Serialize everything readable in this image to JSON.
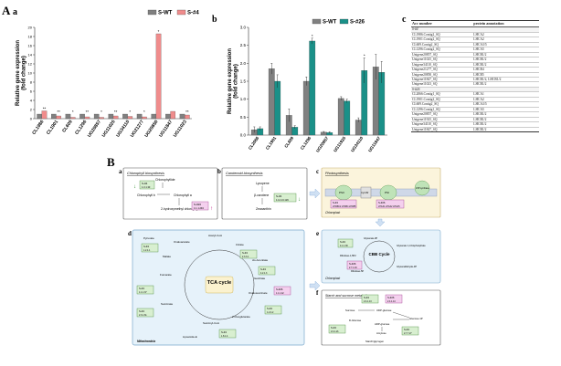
{
  "panels": {
    "A": "A",
    "Aa": "a",
    "Ab": "b",
    "Ac": "c",
    "B": "B",
    "Ba": "a",
    "Bb": "b",
    "Bc": "c",
    "Bd": "d",
    "Be": "e",
    "Bf": "f"
  },
  "chart_data": [
    {
      "type": "bar",
      "ylabel": "Relative gene expression (fold change)",
      "ylim": [
        0,
        20
      ],
      "yticks": [
        0,
        2,
        4,
        6,
        8,
        10,
        12,
        14,
        16,
        18,
        20
      ],
      "categories": [
        "CL1986",
        "CL1901",
        "CL609",
        "CL1296",
        "UG20857",
        "UG11025",
        "UG34110",
        "UG21277",
        "UG20850",
        "UG11847",
        "UG11023"
      ],
      "series": [
        {
          "name": "S-WT",
          "color": "#808080",
          "values": [
            1.0,
            1.0,
            1.0,
            1.0,
            1.0,
            1.0,
            1.0,
            1.0,
            1.0,
            1.0,
            1.0
          ]
        },
        {
          "name": "S-#4",
          "color": "#f08c8c",
          "values": [
            1.7,
            0.6,
            0.3,
            0.4,
            0.3,
            0.6,
            0.5,
            0.4,
            18.6,
            1.6,
            0.8
          ]
        }
      ],
      "significance": [
        "**",
        "**",
        "*",
        "**",
        "*",
        "**",
        "*",
        "*",
        "*",
        "",
        "**"
      ]
    },
    {
      "type": "bar",
      "ylabel": "Relative gene expression (fold change)",
      "ylim": [
        0,
        3
      ],
      "yticks": [
        "0.0",
        "0.5",
        "1.0",
        "1.5",
        "2.0",
        "2.5",
        "3.0"
      ],
      "categories": [
        "CL2066",
        "CL1901",
        "CL609",
        "CL1296",
        "UG20857",
        "UG11925",
        "UG34110",
        "UG11847"
      ],
      "series": [
        {
          "name": "S-WT",
          "color": "#808080",
          "values": [
            0.15,
            1.85,
            0.55,
            1.5,
            0.08,
            1.02,
            0.42,
            1.9
          ]
        },
        {
          "name": "S-#26",
          "color": "#1a9088",
          "values": [
            0.18,
            1.5,
            0.22,
            2.62,
            0.07,
            0.95,
            1.8,
            1.75
          ]
        }
      ],
      "errors_wt": [
        0.08,
        0.15,
        0.18,
        0.12,
        0.02,
        0.05,
        0.06,
        0.35
      ],
      "errors_mut": [
        0.05,
        0.18,
        0.04,
        0.08,
        0.02,
        0.05,
        0.35,
        0.3
      ],
      "significance": [
        "",
        "",
        "",
        "*",
        "",
        "",
        "*",
        ""
      ]
    }
  ],
  "annotation_table": {
    "headers": [
      "Acc number",
      "protein annotation"
    ],
    "groups": [
      {
        "name": "S-#4",
        "rows": [
          [
            "CL1986.Contig2_SQ",
            "LHCA2"
          ],
          [
            "CL1901.Contig2_SQ",
            "LHCA2"
          ],
          [
            "CL609.Contig2_SQ",
            "LHCA3/5"
          ],
          [
            "CL1296.Contig2_SQ",
            "LHCA5"
          ],
          [
            "Unigene20857_SQ",
            "LHCB1/2"
          ],
          [
            "Unigene11025_SQ",
            "LHCB1/2"
          ],
          [
            "Unigene34110_SQ",
            "LHCB1/2"
          ],
          [
            "Unigene21277_SQ",
            "LHCB4"
          ],
          [
            "Unigene20850_SQ",
            "LHCB5"
          ],
          [
            "Unigene11847_SQ",
            "LHCB1/2, LHCB1/2"
          ],
          [
            "Unigene11023_SQ",
            "LHCB1/2"
          ]
        ]
      },
      {
        "name": "S-#26",
        "rows": [
          [
            "CL2066.Contig1_SQ",
            "LHCA1"
          ],
          [
            "CL1901.Contig2_SQ",
            "LHCA2"
          ],
          [
            "CL609.Contig2_SQ",
            "LHCA3/5"
          ],
          [
            "CL1296.Contig1_SQ",
            "LHCA5"
          ],
          [
            "Unigene20857_SQ",
            "LHCB1/2"
          ],
          [
            "Unigene11925_SQ",
            "LHCB1/2"
          ],
          [
            "Unigene34110_SQ",
            "LHCB1/2"
          ],
          [
            "Unigene11847_SQ",
            "LHCB1/2"
          ]
        ]
      }
    ]
  },
  "pathways": {
    "a": {
      "title": "Chlorophyll biosynthesis",
      "nodes": [
        "Chlorophyllide",
        "Chlorophyll b",
        "Chlorophyll a",
        "Chlorophyll b",
        "2-hydroxymethyl chlorophyll"
      ],
      "boxes": [
        {
          "label": "S-#4",
          "sub": "1.3.1.33",
          "color": "#d8efd0"
        },
        {
          "label": "S-#26",
          "sub": "1.1.1.294",
          "color": "#f4d0ee"
        }
      ]
    },
    "b": {
      "title": "Carotenoid biosynthesis",
      "nodes": [
        "Lycopene",
        "β-carotene",
        "Zeaxanthin"
      ],
      "boxes": [
        {
          "label": "S-#4",
          "sub": "1.14.13.129",
          "color": "#d8efd0"
        }
      ]
    },
    "c": {
      "title": "Photosynthesis",
      "stage_label": "Chloroplast",
      "nodes": [
        "PSII",
        "Cyt b6f",
        "PSI",
        "ATP synthase"
      ],
      "boxes": [
        {
          "label": "S-#4",
          "sub": "LHCB1/2 LHCB4 LHCB5",
          "color": "#d8efd0"
        },
        {
          "label": "S-#26",
          "sub": "LHCA1 LHCA2 LHCA5",
          "color": "#f4d0ee"
        }
      ]
    },
    "d": {
      "title": "TCA cycle",
      "compartment": "Mitochondria",
      "nodes": [
        "Acetyl-CoA",
        "Citrate",
        "cis-Aconitate",
        "Isocitrate",
        "Oxalosuccinate",
        "2-Oxoglutarate",
        "Succinyl-CoA",
        "Succinate",
        "Fumarate",
        "Malate",
        "Oxaloacetate",
        "Pyruvate",
        "Lipoamide-E"
      ],
      "boxes": [
        {
          "label": "S-#4",
          "sub": "2.3.3.1",
          "color": "#d8efd0"
        },
        {
          "label": "S-#4",
          "sub": "4.2.1.3",
          "color": "#d8efd0"
        },
        {
          "label": "S-#26",
          "sub": "1.1.1.42",
          "color": "#f4d0ee"
        },
        {
          "label": "S-#4",
          "sub": "1.2.4.2",
          "color": "#d8efd0"
        },
        {
          "label": "S-#4",
          "sub": "1.8.1.4",
          "color": "#d8efd0"
        },
        {
          "label": "S-#4",
          "sub": "1.1.1.37",
          "color": "#d8efd0"
        },
        {
          "label": "S-#4",
          "sub": "2.3.1.61",
          "color": "#d8efd0"
        },
        {
          "label": "S-#4",
          "sub": "1.2.4.1",
          "color": "#d8efd0"
        }
      ]
    },
    "e": {
      "title": "CBB Cycle",
      "compartment": "Chloroplast",
      "nodes": [
        "Glycerate-3P",
        "Glycerate 1,3-bisphosphate",
        "Glyceraldehyde-3P",
        "Ribulose-5P",
        "Ribulose-1,5P2"
      ],
      "boxes": [
        {
          "label": "S-#4",
          "sub": "4.1.1.39",
          "color": "#d8efd0"
        },
        {
          "label": "S-#26",
          "sub": "2.7.1.19",
          "color": "#f4d0ee"
        }
      ]
    },
    "f": {
      "title": "Starch and sucrose metabolism",
      "nodes": [
        "Sucrose",
        "UDP-glucose",
        "Glucose-1P",
        "D-Glucose",
        "ADP-glucose",
        "Amylose",
        "Starch/glycogen"
      ],
      "boxes": [
        {
          "label": "S-#4",
          "sub": "2.4.1.13",
          "color": "#d8efd0"
        },
        {
          "label": "S-#26",
          "sub": "2.4.1.14",
          "color": "#f4d0ee"
        },
        {
          "label": "S-#4",
          "sub": "2.4.1.21",
          "color": "#d8efd0"
        },
        {
          "label": "S-#4",
          "sub": "2.7.7.27",
          "color": "#d8efd0"
        }
      ]
    }
  }
}
